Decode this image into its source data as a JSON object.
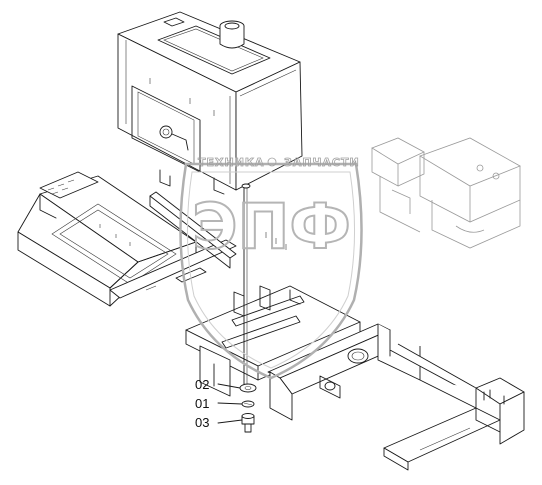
{
  "diagram": {
    "callouts": [
      {
        "label": "02",
        "part": "washer"
      },
      {
        "label": "01",
        "part": "spring-washer"
      },
      {
        "label": "03",
        "part": "bolt"
      }
    ]
  },
  "watermark": {
    "logo_text": "ЭПФ",
    "left_word": "ТЕХНИКА",
    "right_word": "ЗАПЧАСТИ"
  }
}
